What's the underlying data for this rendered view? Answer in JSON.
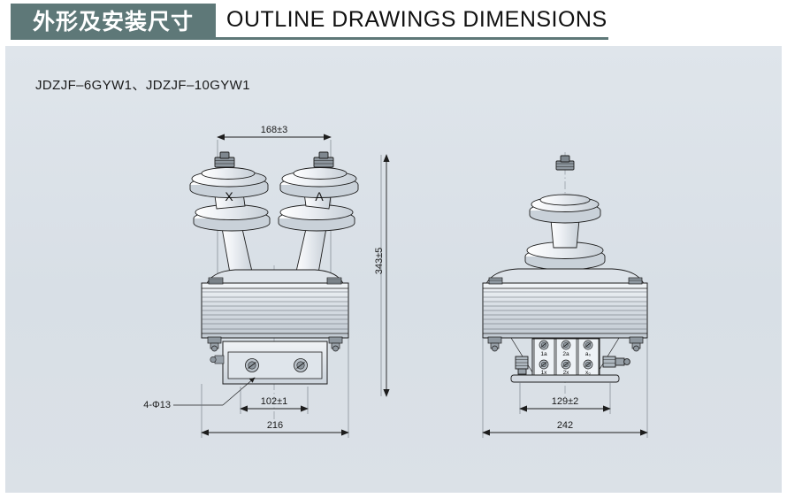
{
  "header": {
    "cn_title": "外形及安装尺寸",
    "en_title": "OUTLINE  DRAWINGS  DIMENSIONS",
    "banner_color": "#5e7878",
    "rule_color": "#5e7878"
  },
  "panel": {
    "background_top": "#dfe5eb",
    "background_bottom": "#dbe1e7",
    "model_label": "JDZJF–6GYW1、JDZJF–10GYW1"
  },
  "front_view": {
    "name": "front-elevation",
    "insulator_labels": {
      "left": "X",
      "right": "A"
    },
    "dimensions": {
      "top_width": "168±3",
      "height": "343±5",
      "hole_note": "4-Φ13",
      "mount_span": "102±1",
      "overall_width": "216"
    }
  },
  "side_view": {
    "name": "side-elevation",
    "dimensions": {
      "mount_span": "129±2",
      "overall_width": "242"
    },
    "terminal_block": {
      "top_row": [
        "1a",
        "2a",
        "a₀"
      ],
      "bottom_row": [
        "1x",
        "2x",
        "x₀"
      ]
    }
  },
  "colors": {
    "line": "#1d1d1d",
    "fill_light": "#e7ebf0",
    "fill_mid": "#cfd6dd",
    "fill_dark": "#b6bec6",
    "metal": "#9aa2aa"
  }
}
